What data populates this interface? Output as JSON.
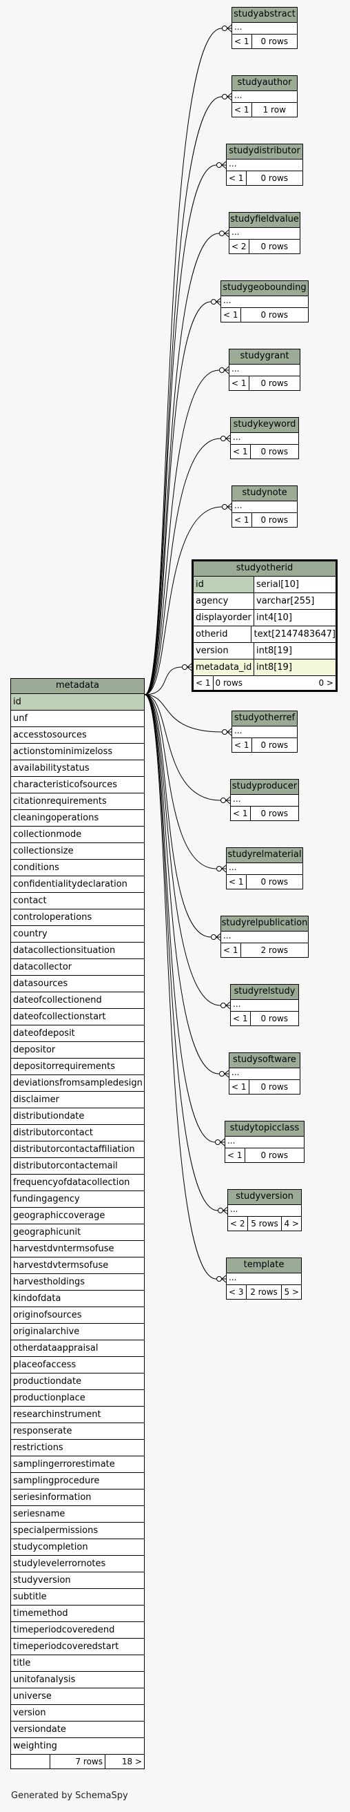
{
  "colors": {
    "header": "#9bab96",
    "primary_key": "#bed1b8",
    "foreign_key": "#f4f7da",
    "background": "#f7f7f7"
  },
  "footer": "Generated by SchemaSpy",
  "metadata": {
    "title": "metadata",
    "columns": [
      "id",
      "unf",
      "accesstosources",
      "actionstominimizeloss",
      "availabilitystatus",
      "characteristicofsources",
      "citationrequirements",
      "cleaningoperations",
      "collectionmode",
      "collectionsize",
      "conditions",
      "confidentialitydeclaration",
      "contact",
      "controloperations",
      "country",
      "datacollectionsituation",
      "datacollector",
      "datasources",
      "dateofcollectionend",
      "dateofcollectionstart",
      "dateofdeposit",
      "depositor",
      "depositorrequirements",
      "deviationsfromsampledesign",
      "disclaimer",
      "distributiondate",
      "distributorcontact",
      "distributorcontactaffiliation",
      "distributorcontactemail",
      "frequencyofdatacollection",
      "fundingagency",
      "geographiccoverage",
      "geographicunit",
      "harvestdvntermsofuse",
      "harvestdvtermsofuse",
      "harvestholdings",
      "kindofdata",
      "originofsources",
      "originalarchive",
      "otherdataappraisal",
      "placeofaccess",
      "productiondate",
      "productionplace",
      "researchinstrument",
      "responserate",
      "restrictions",
      "samplingerrorestimate",
      "samplingprocedure",
      "seriesinformation",
      "seriesname",
      "specialpermissions",
      "studycompletion",
      "studylevelerrornotes",
      "studyversion",
      "subtitle",
      "timemethod",
      "timeperiodcoveredend",
      "timeperiodcoveredstart",
      "title",
      "unitofanalysis",
      "universe",
      "version",
      "versiondate",
      "weighting"
    ],
    "footer": {
      "rows": "7 rows",
      "children": "18 >"
    }
  },
  "studyotherid": {
    "title": "studyotherid",
    "columns": [
      {
        "name": "id",
        "type": "serial[10]"
      },
      {
        "name": "agency",
        "type": "varchar[255]"
      },
      {
        "name": "displayorder",
        "type": "int4[10]"
      },
      {
        "name": "otherid",
        "type": "text[2147483647]"
      },
      {
        "name": "version",
        "type": "int8[19]"
      },
      {
        "name": "metadata_id",
        "type": "int8[19]"
      }
    ],
    "footer": {
      "parents": "< 1",
      "rows": "0 rows",
      "children": "0 >"
    }
  },
  "child_tables": [
    {
      "name": "studyabstract",
      "dots": "...",
      "parents": "< 1",
      "rows": "0 rows"
    },
    {
      "name": "studyauthor",
      "dots": "...",
      "parents": "< 1",
      "rows": "1 row"
    },
    {
      "name": "studydistributor",
      "dots": "...",
      "parents": "< 1",
      "rows": "0 rows"
    },
    {
      "name": "studyfieldvalue",
      "dots": "...",
      "parents": "< 2",
      "rows": "0 rows"
    },
    {
      "name": "studygeobounding",
      "dots": "...",
      "parents": "< 1",
      "rows": "0 rows"
    },
    {
      "name": "studygrant",
      "dots": "...",
      "parents": "< 1",
      "rows": "0 rows"
    },
    {
      "name": "studykeyword",
      "dots": "...",
      "parents": "< 1",
      "rows": "0 rows"
    },
    {
      "name": "studynote",
      "dots": "...",
      "parents": "< 1",
      "rows": "0 rows"
    },
    {
      "name": "studyotherref",
      "dots": "...",
      "parents": "< 1",
      "rows": "0 rows"
    },
    {
      "name": "studyproducer",
      "dots": "...",
      "parents": "< 1",
      "rows": "0 rows"
    },
    {
      "name": "studyrelmaterial",
      "dots": "...",
      "parents": "< 1",
      "rows": "0 rows"
    },
    {
      "name": "studyrelpublication",
      "dots": "...",
      "parents": "< 1",
      "rows": "2 rows"
    },
    {
      "name": "studyrelstudy",
      "dots": "...",
      "parents": "< 1",
      "rows": "0 rows"
    },
    {
      "name": "studysoftware",
      "dots": "...",
      "parents": "< 1",
      "rows": "0 rows"
    },
    {
      "name": "studytopicclass",
      "dots": "...",
      "parents": "< 1",
      "rows": "0 rows"
    },
    {
      "name": "studyversion",
      "dots": "...",
      "parents": "< 2",
      "rows": "5 rows",
      "children": "4 >"
    },
    {
      "name": "template",
      "dots": "...",
      "parents": "< 3",
      "rows": "2 rows",
      "children": "5 >"
    }
  ]
}
